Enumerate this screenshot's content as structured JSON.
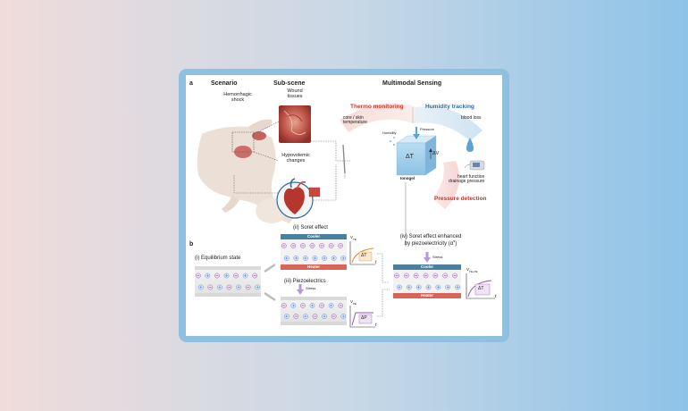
{
  "panel_a": {
    "letter": "a",
    "col_scenario": "Scenario",
    "col_subscene": "Sub-scene",
    "col_sensing": "Multimodal Sensing",
    "hemorrhagic_line1": "Hemorrhagic",
    "hemorrhagic_line2": "shock",
    "wound_line1": "Wound",
    "wound_line2": "tissues",
    "hypo_line1": "Hypovolemic",
    "hypo_line2": "changes",
    "thermo": "Thermo monitoring",
    "humidity_tracking": "Humidity tracking",
    "pressure_detection": "Pressure detection",
    "core_line1": "core / skin",
    "core_line2": "temperature",
    "blood_loss": "blood loss",
    "heart_line1": "heart function",
    "heart_line2": "drainage pressure",
    "cube_humidity": "Humidity",
    "cube_pressure": "Pressure",
    "cube_dt": "ΔT",
    "cube_dv": "ΔV",
    "cube_label": "Ionogel"
  },
  "panel_b": {
    "letter": "b",
    "eq": "(i) Equilibrium state",
    "soret": "(ii) Soret effect",
    "piezo": "(iii) Piezoelectrics",
    "stress": "Stress",
    "enh_line1": "(iv) Soret effect enhanced",
    "enh_line2": "by piezoelectricity (α",
    "enh_sup": "s",
    "enh_close": ")",
    "cooler": "Cooler",
    "heater": "Heater",
    "v_te": "V",
    "v_te_sub": "TE",
    "v_pe": "V",
    "v_pe_sub": "PE",
    "v_tepe": "V",
    "v_tepe_sub": "TE+PE",
    "delta_t": "ΔT",
    "delta_p": "ΔP",
    "t_axis": "t"
  },
  "colors": {
    "thermo": "#c0392b",
    "humidity": "#2e6da4",
    "pressure": "#c0392b",
    "cooler": "#4a7f9e",
    "heater": "#d9655a",
    "gel": "#a9d3ec",
    "ion_blue": "#3b6fd1",
    "ion_purple": "#7a3a8c"
  },
  "icons": [
    "human-figure",
    "wound-image",
    "heart-image",
    "pipette-icon",
    "droplet-icon",
    "monitor-device-icon",
    "ionogel-cube",
    "stress-arrow-icon"
  ]
}
